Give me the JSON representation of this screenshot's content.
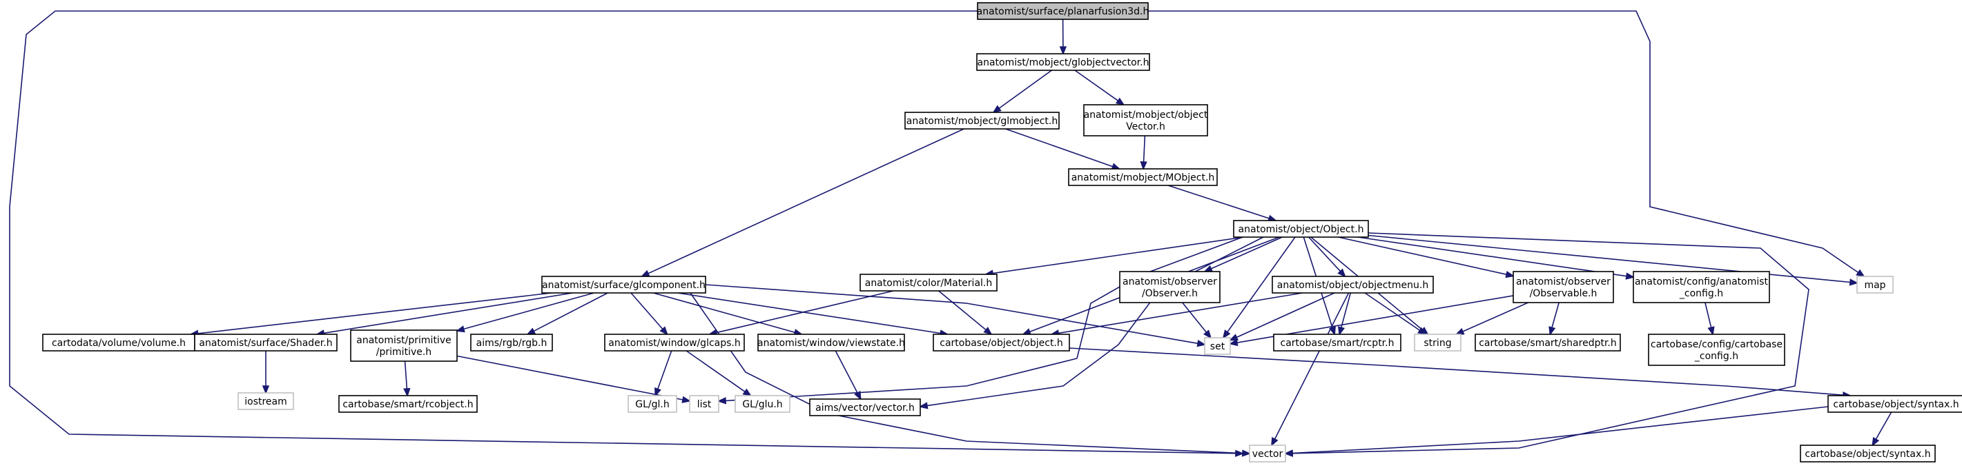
{
  "graph": {
    "colors": {
      "edge": "#191970",
      "root_fill": "#bfbfbf",
      "node_border": "#000000",
      "system_border": "#bfbfbf",
      "text": "#000000"
    },
    "nodes": [
      {
        "id": "planarfusion",
        "lines": [
          "anatomist/surface/planarfusion3d.h"
        ],
        "kind": "root"
      },
      {
        "id": "globjectvector",
        "lines": [
          "anatomist/mobject/globjectvector.h"
        ],
        "kind": "file"
      },
      {
        "id": "glmobject",
        "lines": [
          "anatomist/mobject/glmobject.h"
        ],
        "kind": "file"
      },
      {
        "id": "objectvector",
        "lines": [
          "anatomist/mobject/object",
          "Vector.h"
        ],
        "kind": "file"
      },
      {
        "id": "mobject",
        "lines": [
          "anatomist/mobject/MObject.h"
        ],
        "kind": "file"
      },
      {
        "id": "object",
        "lines": [
          "anatomist/object/Object.h"
        ],
        "kind": "file"
      },
      {
        "id": "glcomponent",
        "lines": [
          "anatomist/surface/glcomponent.h"
        ],
        "kind": "file"
      },
      {
        "id": "material",
        "lines": [
          "anatomist/color/Material.h"
        ],
        "kind": "file"
      },
      {
        "id": "observer",
        "lines": [
          "anatomist/observer",
          "/Observer.h"
        ],
        "kind": "file"
      },
      {
        "id": "objectmenu",
        "lines": [
          "anatomist/object/objectmenu.h"
        ],
        "kind": "file"
      },
      {
        "id": "observable",
        "lines": [
          "anatomist/observer",
          "/Observable.h"
        ],
        "kind": "file"
      },
      {
        "id": "anatomist_config",
        "lines": [
          "anatomist/config/anatomist",
          "_config.h"
        ],
        "kind": "file"
      },
      {
        "id": "map",
        "lines": [
          "map"
        ],
        "kind": "system"
      },
      {
        "id": "volume",
        "lines": [
          "cartodata/volume/volume.h"
        ],
        "kind": "file"
      },
      {
        "id": "shader",
        "lines": [
          "anatomist/surface/Shader.h"
        ],
        "kind": "file"
      },
      {
        "id": "primitive",
        "lines": [
          "anatomist/primitive",
          "/primitive.h"
        ],
        "kind": "file"
      },
      {
        "id": "rgb",
        "lines": [
          "aims/rgb/rgb.h"
        ],
        "kind": "file"
      },
      {
        "id": "glcaps",
        "lines": [
          "anatomist/window/glcaps.h"
        ],
        "kind": "file"
      },
      {
        "id": "viewstate",
        "lines": [
          "anatomist/window/viewstate.h"
        ],
        "kind": "file"
      },
      {
        "id": "cartobase_object",
        "lines": [
          "cartobase/object/object.h"
        ],
        "kind": "file"
      },
      {
        "id": "set",
        "lines": [
          "set"
        ],
        "kind": "system"
      },
      {
        "id": "rcptr",
        "lines": [
          "cartobase/smart/rcptr.h"
        ],
        "kind": "file"
      },
      {
        "id": "string",
        "lines": [
          "string"
        ],
        "kind": "system"
      },
      {
        "id": "sharedptr",
        "lines": [
          "cartobase/smart/sharedptr.h"
        ],
        "kind": "file"
      },
      {
        "id": "cartobase_config",
        "lines": [
          "cartobase/config/cartobase",
          "_config.h"
        ],
        "kind": "file"
      },
      {
        "id": "iostream",
        "lines": [
          "iostream"
        ],
        "kind": "system"
      },
      {
        "id": "rcobject",
        "lines": [
          "cartobase/smart/rcobject.h"
        ],
        "kind": "file"
      },
      {
        "id": "gl",
        "lines": [
          "GL/gl.h"
        ],
        "kind": "system"
      },
      {
        "id": "list",
        "lines": [
          "list"
        ],
        "kind": "system"
      },
      {
        "id": "glu",
        "lines": [
          "GL/glu.h"
        ],
        "kind": "system"
      },
      {
        "id": "aims_vector",
        "lines": [
          "aims/vector/vector.h"
        ],
        "kind": "file"
      },
      {
        "id": "syntax_h",
        "lines": [
          "cartobase/object/syntax.h"
        ],
        "kind": "file"
      },
      {
        "id": "vector",
        "lines": [
          "vector"
        ],
        "kind": "system"
      },
      {
        "id": "syntax_h2",
        "lines": [
          "cartobase/object/syntax.h"
        ],
        "kind": "file"
      }
    ],
    "edges": [
      [
        "planarfusion",
        "globjectvector"
      ],
      [
        "planarfusion",
        "map"
      ],
      [
        "planarfusion",
        "vector"
      ],
      [
        "globjectvector",
        "glmobject"
      ],
      [
        "globjectvector",
        "objectvector"
      ],
      [
        "glmobject",
        "mobject"
      ],
      [
        "glmobject",
        "glcomponent"
      ],
      [
        "objectvector",
        "mobject"
      ],
      [
        "mobject",
        "object"
      ],
      [
        "object",
        "material"
      ],
      [
        "object",
        "cartobase_object"
      ],
      [
        "object",
        "observer"
      ],
      [
        "object",
        "objectmenu"
      ],
      [
        "object",
        "observable"
      ],
      [
        "object",
        "anatomist_config"
      ],
      [
        "object",
        "map"
      ],
      [
        "object",
        "set"
      ],
      [
        "object",
        "rcptr"
      ],
      [
        "object",
        "string"
      ],
      [
        "object",
        "list"
      ],
      [
        "object",
        "aims_vector"
      ],
      [
        "object",
        "vector"
      ],
      [
        "glcomponent",
        "volume"
      ],
      [
        "glcomponent",
        "shader"
      ],
      [
        "glcomponent",
        "primitive"
      ],
      [
        "glcomponent",
        "rgb"
      ],
      [
        "glcomponent",
        "glcaps"
      ],
      [
        "glcomponent",
        "viewstate"
      ],
      [
        "glcomponent",
        "cartobase_object"
      ],
      [
        "glcomponent",
        "set"
      ],
      [
        "glcomponent",
        "vector"
      ],
      [
        "material",
        "glcaps"
      ],
      [
        "material",
        "cartobase_object"
      ],
      [
        "observer",
        "set"
      ],
      [
        "objectmenu",
        "cartobase_object"
      ],
      [
        "objectmenu",
        "set"
      ],
      [
        "objectmenu",
        "rcptr"
      ],
      [
        "objectmenu",
        "string"
      ],
      [
        "objectmenu",
        "vector"
      ],
      [
        "observable",
        "set"
      ],
      [
        "observable",
        "string"
      ],
      [
        "observable",
        "sharedptr"
      ],
      [
        "anatomist_config",
        "cartobase_config"
      ],
      [
        "shader",
        "iostream"
      ],
      [
        "primitive",
        "rcobject"
      ],
      [
        "primitive",
        "list"
      ],
      [
        "glcaps",
        "gl"
      ],
      [
        "glcaps",
        "glu"
      ],
      [
        "viewstate",
        "aims_vector"
      ],
      [
        "cartobase_object",
        "syntax_h"
      ],
      [
        "syntax_h",
        "vector"
      ],
      [
        "syntax_h",
        "syntax_h2"
      ]
    ]
  }
}
